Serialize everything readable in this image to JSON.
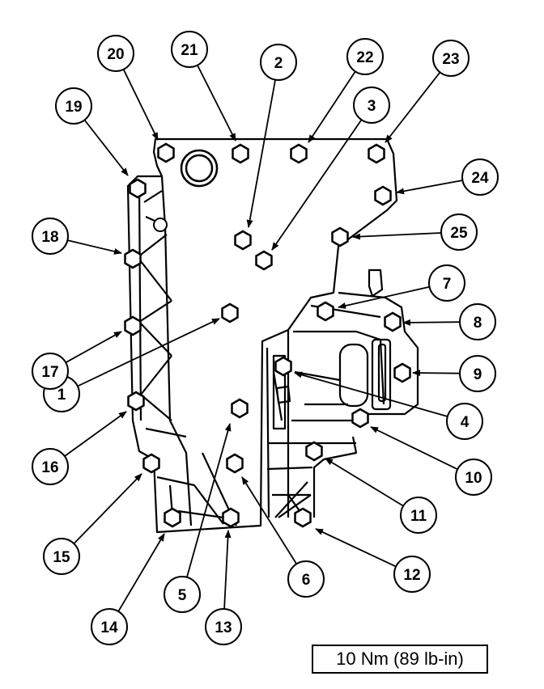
{
  "torque_spec": "10 Nm (89 lb-in)",
  "colors": {
    "ink": "#000000",
    "paper": "#ffffff"
  },
  "callouts": [
    {
      "label": "1"
    },
    {
      "label": "2"
    },
    {
      "label": "3"
    },
    {
      "label": "4"
    },
    {
      "label": "5"
    },
    {
      "label": "6"
    },
    {
      "label": "7"
    },
    {
      "label": "8"
    },
    {
      "label": "9"
    },
    {
      "label": "10"
    },
    {
      "label": "11"
    },
    {
      "label": "12"
    },
    {
      "label": "13"
    },
    {
      "label": "14"
    },
    {
      "label": "15"
    },
    {
      "label": "16"
    },
    {
      "label": "17"
    },
    {
      "label": "18"
    },
    {
      "label": "19"
    },
    {
      "label": "20"
    },
    {
      "label": "21"
    },
    {
      "label": "22"
    },
    {
      "label": "23"
    },
    {
      "label": "24"
    },
    {
      "label": "25"
    }
  ]
}
